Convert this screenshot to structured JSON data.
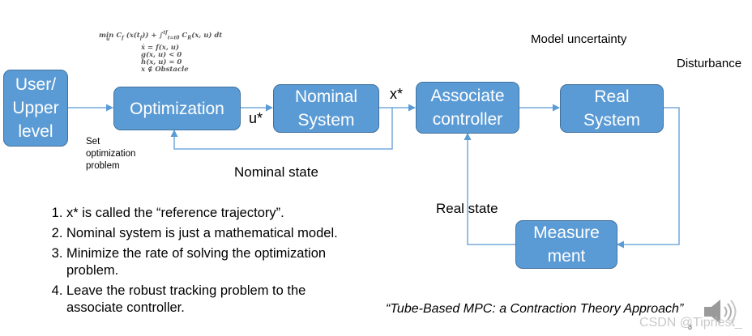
{
  "formula": {
    "line1_pre": "min C",
    "line1_f": "f",
    "line1_mid": " (x(t",
    "line1_mid_sub": "f",
    "line1_post": ")) + ∫",
    "line1_int_upper": "tf",
    "line1_int_lower": "t=t0",
    "line1_tail_pre": " C",
    "line1_tail_sub": "R",
    "line1_tail": "(x, u) dt",
    "line1_under": "u",
    "constraints": [
      "ẋ = f(x, u)",
      "g(x, u) < 0",
      "h(x, u) = 0",
      "x ∉ Obstacle"
    ]
  },
  "blocks": {
    "user": [
      "User/",
      "Upper",
      "level"
    ],
    "optimization": [
      "Optimization"
    ],
    "nominal": [
      "Nominal",
      "System"
    ],
    "associate": [
      "Associate",
      "controller"
    ],
    "real": [
      "Real",
      "System"
    ],
    "measurement": [
      "Measure",
      "ment"
    ]
  },
  "labels": {
    "u_star": "u*",
    "x_star": "x*",
    "set_problem": [
      "Set",
      "optimization",
      "problem"
    ],
    "nominal_state": "Nominal state",
    "real_state": "Real state",
    "model_uncertainty": "Model uncertainty",
    "disturbance": "Disturbance"
  },
  "notes": [
    "x* is called the “reference trajectory”.",
    "Nominal system is just a mathematical model.",
    "Minimize the rate of solving the optimization problem.",
    "Leave the robust tracking problem to the associate controller."
  ],
  "citation": "“Tube-Based MPC: a Contraction Theory Approach”",
  "page_number": "8",
  "watermark": "CSDN @Tipriest_",
  "icons": {
    "speaker": "speaker-icon"
  },
  "colors": {
    "block_fill": "#5b9bd5",
    "block_border": "#41719c",
    "arrow": "#5b9bd5"
  }
}
